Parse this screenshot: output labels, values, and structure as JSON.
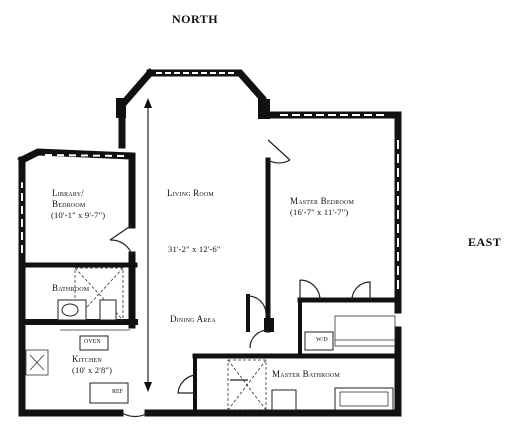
{
  "compass": {
    "north": "NORTH",
    "east": "EAST"
  },
  "rooms": {
    "library": {
      "name_line1": "Library/",
      "name_line2": "Bedroom",
      "dims": "(10'-1\" x 9'-7\")"
    },
    "living": {
      "name": "Living Room",
      "dims": "31'-2\" x 12'-6\""
    },
    "master_bedroom": {
      "name": "Master Bedroom",
      "dims": "(16'-7\" x 11'-7\")"
    },
    "bathroom": {
      "name": "Bathroom"
    },
    "dining": {
      "name": "Dining Area"
    },
    "kitchen": {
      "name": "Kitchen",
      "dims": "(10' x 2'8\")"
    },
    "master_bathroom": {
      "name": "Master Bathroom"
    }
  },
  "appliances": {
    "oven": "OVEN",
    "ref": "REF",
    "wd": "W/D"
  }
}
